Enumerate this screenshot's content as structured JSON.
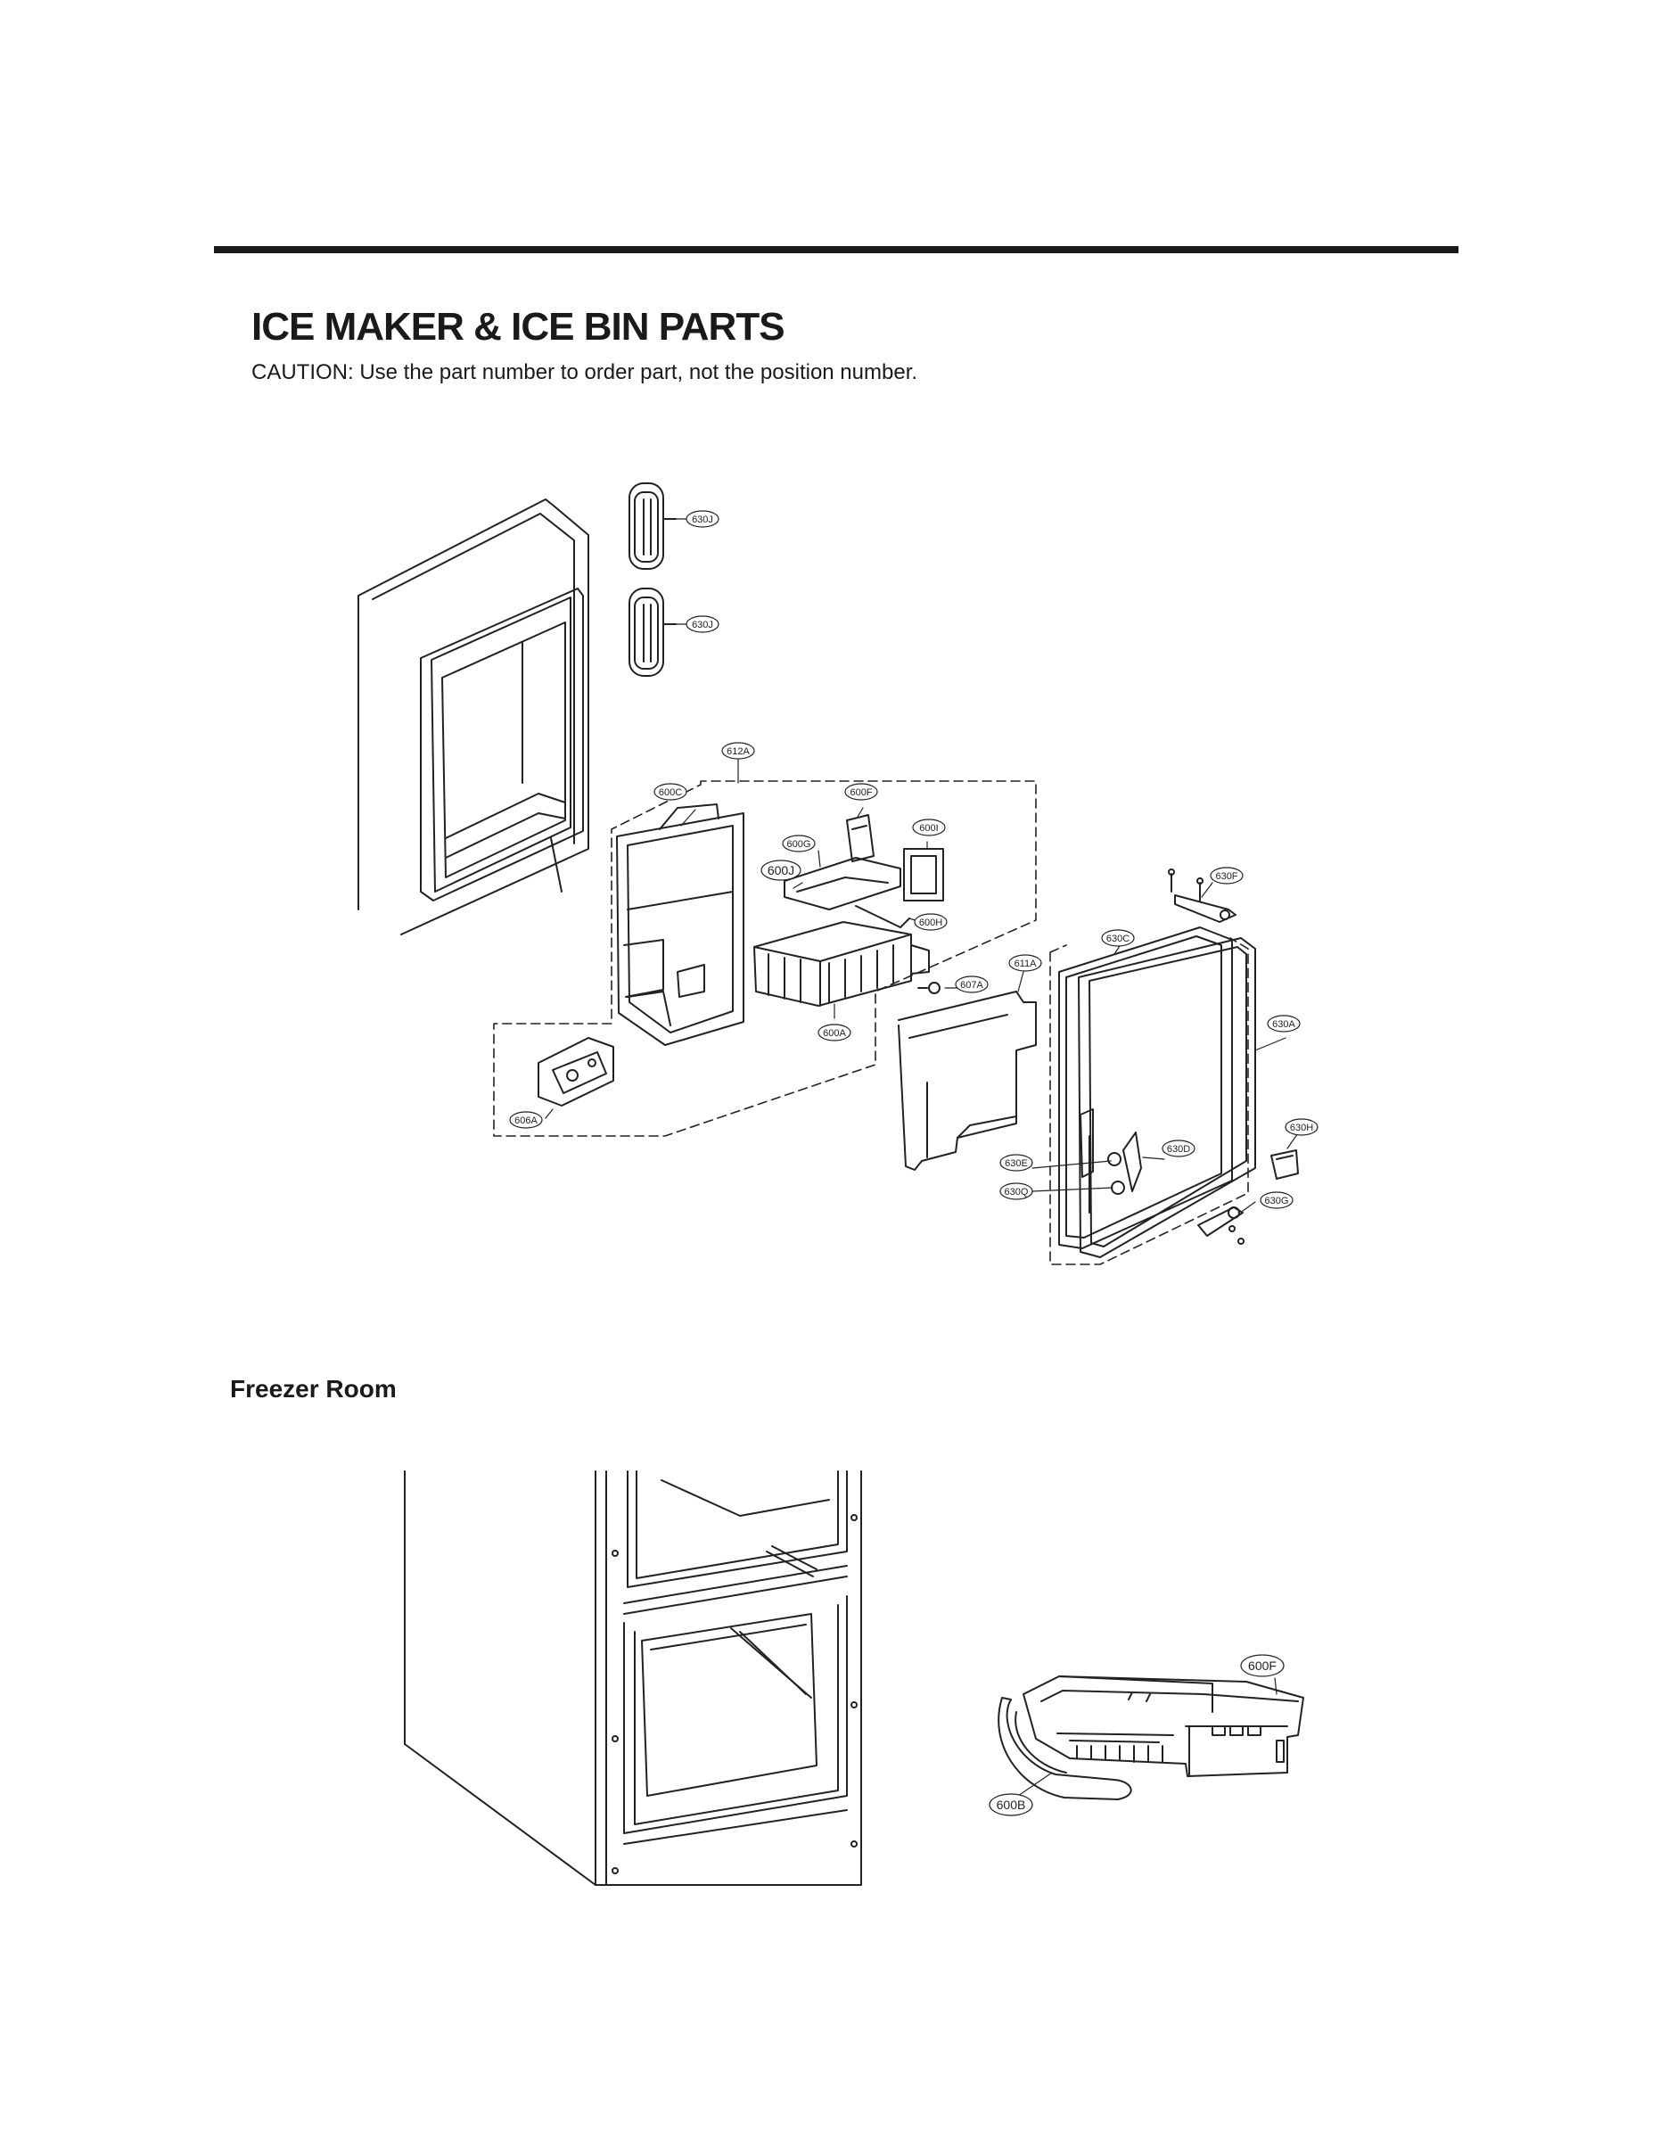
{
  "header": {
    "title": "ICE MAKER & ICE BIN PARTS",
    "caution": "CAUTION: Use the part number to order part, not the position number."
  },
  "section": {
    "freezer_title": "Freezer Room"
  },
  "callouts": {
    "c630J_a": "630J",
    "c630J_b": "630J",
    "c612A": "612A",
    "c600C": "600C",
    "c600F": "600F",
    "c600G": "600G",
    "c600I": "600I",
    "c600J": "600J",
    "c630F": "630F",
    "c600H": "600H",
    "c630C": "630C",
    "c611A": "611A",
    "c607A": "607A",
    "c600A": "600A",
    "c630A": "630A",
    "c606A": "606A",
    "c630H": "630H",
    "c630D": "630D",
    "c630E": "630E",
    "c630Q": "630Q",
    "c630G": "630G",
    "c600F_b": "600F",
    "c600B": "600B"
  }
}
